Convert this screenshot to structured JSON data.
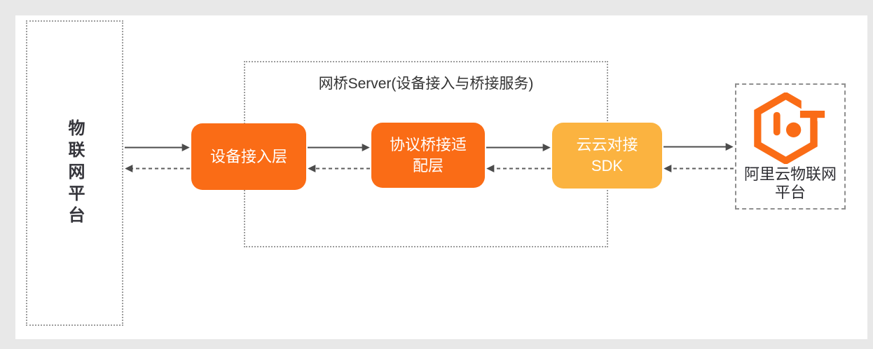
{
  "diagram": {
    "left_platform": {
      "label": "物联网平台"
    },
    "bridge_server": {
      "title": "网桥Server(设备接入与桥接服务)",
      "nodes": [
        {
          "label": "设备接入层",
          "color": "#FA6C16"
        },
        {
          "label": "协议桥接适\n配层",
          "color": "#FA6C16"
        },
        {
          "label": "云云对接\nSDK",
          "color": "#FBB340"
        }
      ]
    },
    "aliyun_platform": {
      "label": "阿里云物联网\n平台",
      "logo_icon": "aliyun-iot-hexagon-logo"
    },
    "colors": {
      "node_orange": "#FA6C16",
      "node_amber": "#FBB340",
      "logo_orange": "#FA6C16",
      "dashed_border_gray": "#9D9D9D",
      "arrow_dark": "#4C4C4C",
      "page_background": "#E8E8E8",
      "card_background": "#FFFFFF"
    }
  }
}
